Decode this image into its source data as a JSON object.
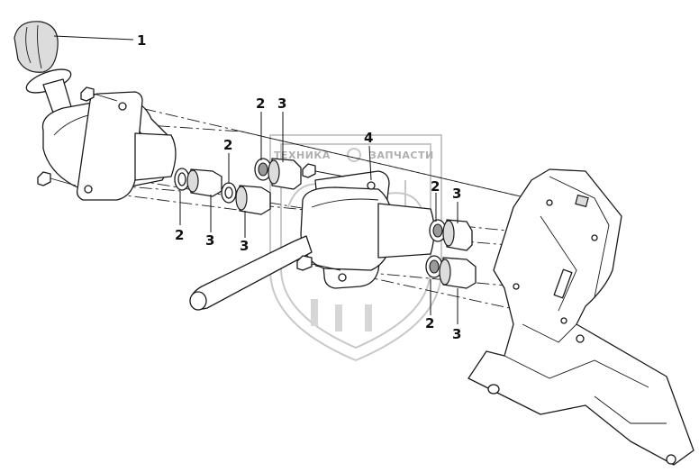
{
  "watermark": {
    "left_word": "ТЕХНИКА",
    "right_word": "ЗАПЧАСТИ"
  },
  "callouts": [
    {
      "id": "c1",
      "label": "1"
    },
    {
      "id": "c2a",
      "label": "2"
    },
    {
      "id": "c3a",
      "label": "3"
    },
    {
      "id": "c2b",
      "label": "2"
    },
    {
      "id": "c4",
      "label": "4"
    },
    {
      "id": "c2c",
      "label": "2"
    },
    {
      "id": "c3b",
      "label": "3"
    },
    {
      "id": "c2d",
      "label": "2"
    },
    {
      "id": "c3c",
      "label": "3"
    },
    {
      "id": "c3d",
      "label": "3"
    },
    {
      "id": "c2e",
      "label": "2"
    },
    {
      "id": "c3e",
      "label": "3"
    }
  ]
}
